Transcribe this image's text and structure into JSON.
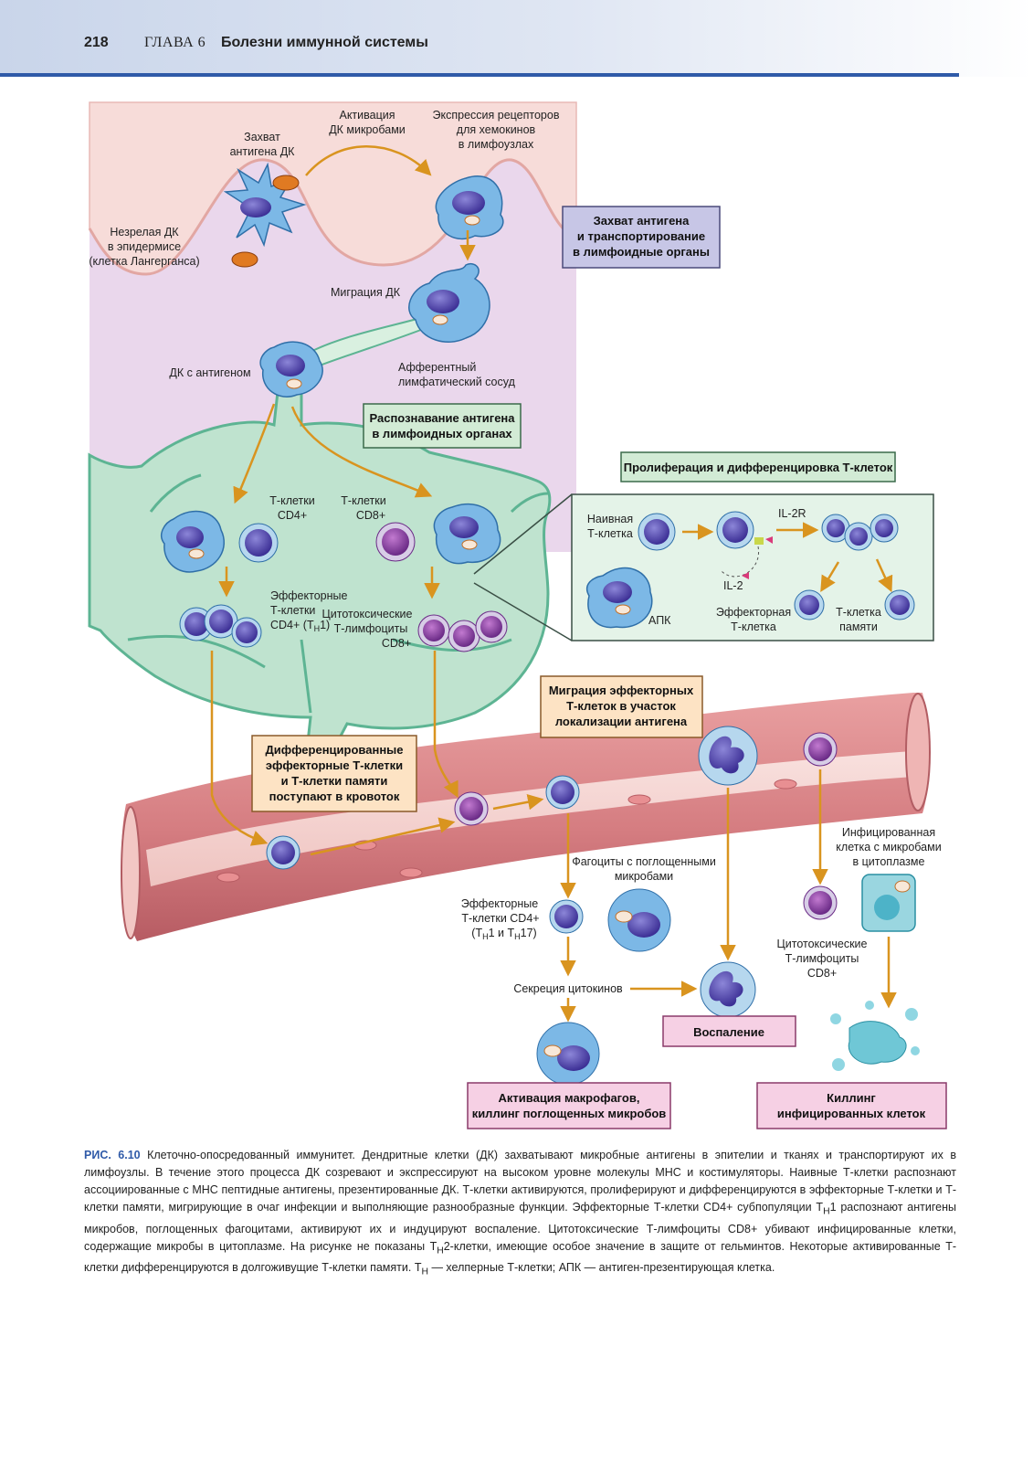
{
  "header": {
    "page_number": "218",
    "chapter_label": "ГЛАВА 6",
    "chapter_title": "Болезни иммунной системы"
  },
  "labels": {
    "capture": [
      "Захват",
      "антигена ДК"
    ],
    "activation": [
      "Активация",
      "ДК микробами"
    ],
    "chemokine": [
      "Экспрессия рецепторов",
      "для хемокинов",
      "в лимфоузлах"
    ],
    "immature": [
      "Незрелая ДК",
      "в эпидермисе",
      "(клетка Лангерганса)"
    ],
    "migration_dc": "Миграция ДК",
    "dc_antigen": "ДК с антигеном",
    "afferent": [
      "Афферентный",
      "лимфатический сосуд"
    ],
    "cd4": [
      "Т-клетки",
      "CD4+"
    ],
    "cd8": [
      "Т-клетки",
      "CD8+"
    ],
    "effector_cd4": [
      "Эффекторные",
      "Т-клетки",
      "CD4+ (T",
      "H",
      "1)"
    ],
    "ctl_node": [
      "Цитотоксические",
      "Т-лимфоциты",
      "CD8+"
    ],
    "naive": [
      "Наивная",
      "Т-клетка"
    ],
    "il2r": "IL-2R",
    "il2": "IL-2",
    "apc": "АПК",
    "effector_cell": [
      "Эффекторная",
      "Т-клетка"
    ],
    "memory_cell": [
      "Т-клетка",
      "памяти"
    ],
    "phagocytes": [
      "Фагоциты с поглощенными",
      "микробами"
    ],
    "effector_th": [
      "Эффекторные",
      "Т-клетки CD4+",
      "(T",
      "H",
      "1 и T",
      "H",
      "17)"
    ],
    "cytokines": "Секреция цитокинов",
    "infected": [
      "Инфицированная",
      "клетка с микробами",
      "в цитоплазме"
    ],
    "ctl_blood": [
      "Цитотоксические",
      "Т-лимфоциты",
      "CD8+"
    ]
  },
  "boxes": {
    "capture_transport": [
      "Захват антигена",
      "и транспортирование",
      "в лимфоидные органы"
    ],
    "recognition": [
      "Распознавание антигена",
      "в лимфоидных органах"
    ],
    "proliferation": "Пролиферация и дифференцировка Т-клеток",
    "migration_effector": [
      "Миграция эффекторных",
      "Т-клеток в участок",
      "локализации антигена"
    ],
    "differentiated": [
      "Дифференцированные",
      "эффекторные Т-клетки",
      "и Т-клетки памяти",
      "поступают в кровоток"
    ],
    "inflammation": "Воспаление",
    "macrophage": [
      "Активация макрофагов,",
      "киллинг поглощенных микробов"
    ],
    "killing": [
      "Киллинг",
      "инфицированных клеток"
    ]
  },
  "caption": {
    "figure_number": "РИС. 6.10",
    "text_1": "Клеточно-опосредованный иммунитет. Дендритные клетки (ДК) захватывают микробные антигены в эпителии и тканях и транспортируют их в лимфоузлы. В течение этого процесса ДК созревают и экспрессируют на высоком уровне молекулы МНС и костимуляторы. Наивные Т-клетки распознают ассоциированные с МНС пептидные антигены, презентированные ДК. Т-клетки активируются, пролиферируют и дифференцируются в эффекторные Т-клетки и Т-клетки памяти, мигрирующие в очаг инфекции и выполняющие разнообразные функции. Эффекторные Т-клетки CD4+ субпопуляции T",
    "sub_1": "H",
    "text_2": "1 распознают антигены микробов, поглощенных фагоцитами, активируют их и индуцируют воспаление. Цитотоксические Т-лимфоциты CD8+ убивают инфицированные клетки, содержащие микробы в цитоплазме. На рисунке не показаны T",
    "sub_2": "H",
    "text_3": "2-клетки, имеющие особое значение в защите от гельминтов. Некоторые активированные Т-клетки дифференцируются в долгоживущие Т-клетки памяти. T",
    "sub_3": "H",
    "text_4": " — хелперные Т-клетки; АПК — антиген-презентирующая клетка."
  },
  "colors": {
    "header_rule": "#2f5aa8",
    "tissue": "#ead7ec",
    "node": "#bfe3cf",
    "vessel": "#d9868a",
    "arrow": "#d9941f",
    "box_blue": "#c7c6e6",
    "box_green": "#d2ebd5",
    "box_orange": "#fde3c4",
    "box_pink": "#f6d0e4"
  }
}
